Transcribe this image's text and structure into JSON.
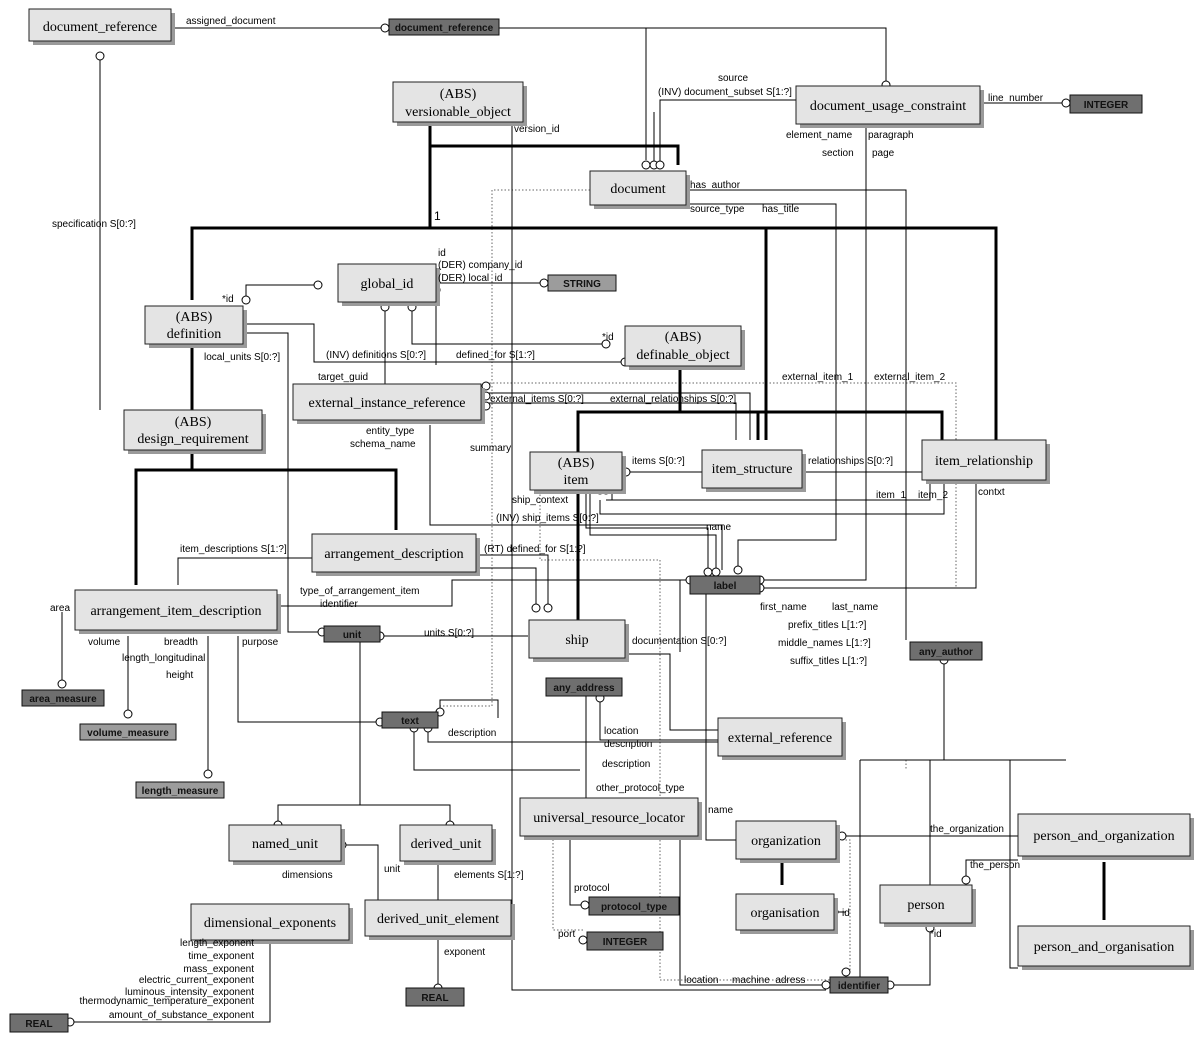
{
  "entities": {
    "document_reference": "document_reference",
    "versionable_object_abs": "(ABS)",
    "versionable_object": "versionable_object",
    "document_usage_constraint": "document_usage_constraint",
    "document": "document",
    "global_id": "global_id",
    "definition_abs": "(ABS)",
    "definition": "definition",
    "definable_object_abs": "(ABS)",
    "definable_object": "definable_object",
    "external_instance_reference": "external_instance_reference",
    "design_requirement_abs": "(ABS)",
    "design_requirement": "design_requirement",
    "item_abs": "(ABS)",
    "item": "item",
    "item_structure": "item_structure",
    "item_relationship": "item_relationship",
    "arrangement_description": "arrangement_description",
    "arrangement_item_description": "arrangement_item_description",
    "ship": "ship",
    "external_reference": "external_reference",
    "universal_resource_locator": "universal_resource_locator",
    "organization": "organization",
    "person_and_organization": "person_and_organization",
    "named_unit": "named_unit",
    "derived_unit": "derived_unit",
    "dimensional_exponents": "dimensional_exponents",
    "derived_unit_element": "derived_unit_element",
    "organisation": "organisation",
    "person": "person",
    "person_and_organisation": "person_and_organisation"
  },
  "types": {
    "document_reference_type": "document_reference",
    "integer_1": "INTEGER",
    "string": "STRING",
    "label": "label",
    "unit": "unit",
    "text": "text",
    "area_measure": "area_measure",
    "volume_measure": "volume_measure",
    "length_measure": "length_measure",
    "any_address": "any_address",
    "any_author": "any_author",
    "protocol_type": "protocol_type",
    "integer_2": "INTEGER",
    "identifier": "identifier",
    "real_1": "REAL",
    "real_2": "REAL"
  },
  "labels": {
    "assigned_document": "assigned_document",
    "source": "source",
    "inv_document_subset": "(INV) document_subset  S[1:?]",
    "line_number": "line_number",
    "version_id": "version_id",
    "element_name": "element_name",
    "paragraph": "paragraph",
    "section": "section",
    "page": "page",
    "has_author": "has_author",
    "source_type": "source_type",
    "has_title": "has_title",
    "specification": "specification  S[0:?]",
    "one": "1",
    "id": "id",
    "der_company_id": "(DER) company_id",
    "der_local_id": "(DER) local_id",
    "star_id_1": "*id",
    "star_id_2": "*id",
    "local_units": "local_units  S[0:?]",
    "inv_definitions": "(INV) definitions  S[0:?]",
    "defined_for": "defined_for  S[1:?]",
    "target_guid": "target_guid",
    "external_item_1": "external_item_1",
    "external_item_2": "external_item_2",
    "external_items": "external_items  S[0:?]",
    "external_relationships": "external_relationships  S[0:?]",
    "entity_type": "entity_type",
    "schema_name": "schema_name",
    "summary": "summary",
    "items": "items  S[0:?]",
    "relationships": "relationships  S[0:?]",
    "item_1": "item_1",
    "item_2": "item_2",
    "contxt": "contxt",
    "ship_context": "ship_context",
    "inv_ship_items": "(INV) ship_items  S[0:?]",
    "name_1": "name",
    "item_descriptions": "item_descriptions  S[1:?]",
    "rt_defined_for": "(RT) defined_for  S[1:?]",
    "type_of_arrangement_item": "type_of_arrangement_item",
    "identifier_lbl": "identifier",
    "first_name": "first_name",
    "last_name": "last_name",
    "prefix_titles": "prefix_titles  L[1:?]",
    "middle_names": "middle_names  L[1:?]",
    "suffix_titles": "suffix_titles  L[1:?]",
    "area": "area",
    "volume": "volume",
    "breadth": "breadth",
    "purpose": "purpose",
    "length_longitudinal": "length_longitudinal",
    "height": "height",
    "units": "units  S[0:?]",
    "documentation": "documentation  S[0:?]",
    "description_1": "description",
    "location_1": "location",
    "description_2": "description",
    "description_3": "description",
    "other_protocol_type": "other_protocol_type",
    "name_2": "name",
    "the_organization": "the_organization",
    "the_person": "the_person",
    "dimensions": "dimensions",
    "unit_lbl": "unit",
    "elements": "elements  S[1:?]",
    "protocol": "protocol",
    "id_2": "id",
    "port": "port",
    "exponent": "exponent",
    "length_exponent": "length_exponent",
    "time_exponent": "time_exponent",
    "mass_exponent": "mass_exponent",
    "electric_current_exponent": "electric_current_exponent",
    "luminous_intensity_exponent": "luminous_intensity_exponent",
    "thermodynamic_temperature_exponent": "thermodynamic_temperature_exponent",
    "amount_of_substance_exponent": "amount_of_substance_exponent",
    "location_2": "location",
    "machine_adress": "machine_adress"
  }
}
